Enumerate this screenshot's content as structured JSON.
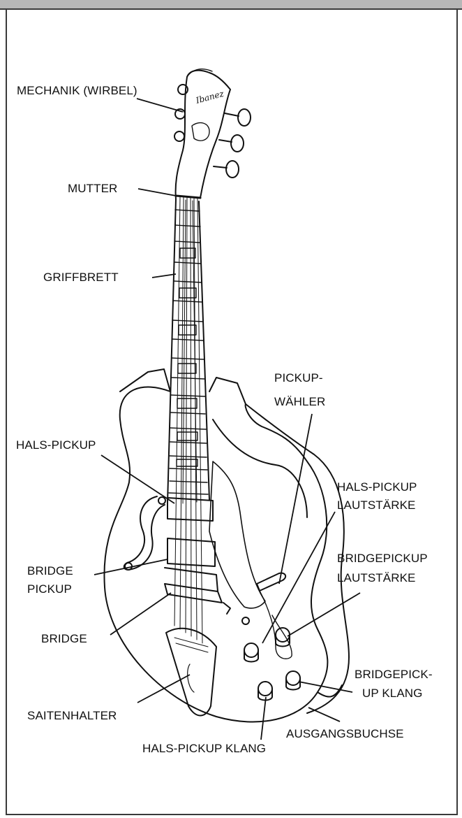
{
  "labels": {
    "mechanik": "MECHANIK (WIRBEL)",
    "mutter": "MUTTER",
    "griffbrett": "GRIFFBRETT",
    "pickup_waehler_1": "PICKUP-",
    "pickup_waehler_2": "WÄHLER",
    "hals_pickup": "HALS-PICKUP",
    "hals_pickup_lautstaerke_1": "HALS-PICKUP",
    "hals_pickup_lautstaerke_2": "LAUTSTÄRKE",
    "bridgepickup_lautstaerke_1": "BRIDGEPICKUP",
    "bridgepickup_lautstaerke_2": "LAUTSTÄRKE",
    "bridge_pickup_1": "BRIDGE",
    "bridge_pickup_2": "PICKUP",
    "bridge": "BRIDGE",
    "bridgepickup_klang_1": "BRIDGEPICK-",
    "bridgepickup_klang_2": "UP KLANG",
    "saitenhalter": "SAITENHALTER",
    "ausgangsbuchse": "AUSGANGSBUCHSE",
    "hals_pickup_klang": "HALS-PICKUP KLANG"
  },
  "headstock_logo": "Ibanez",
  "colors": {
    "frame": "#3a3a3a",
    "header": "#b7b7b7",
    "ink": "#111111"
  }
}
